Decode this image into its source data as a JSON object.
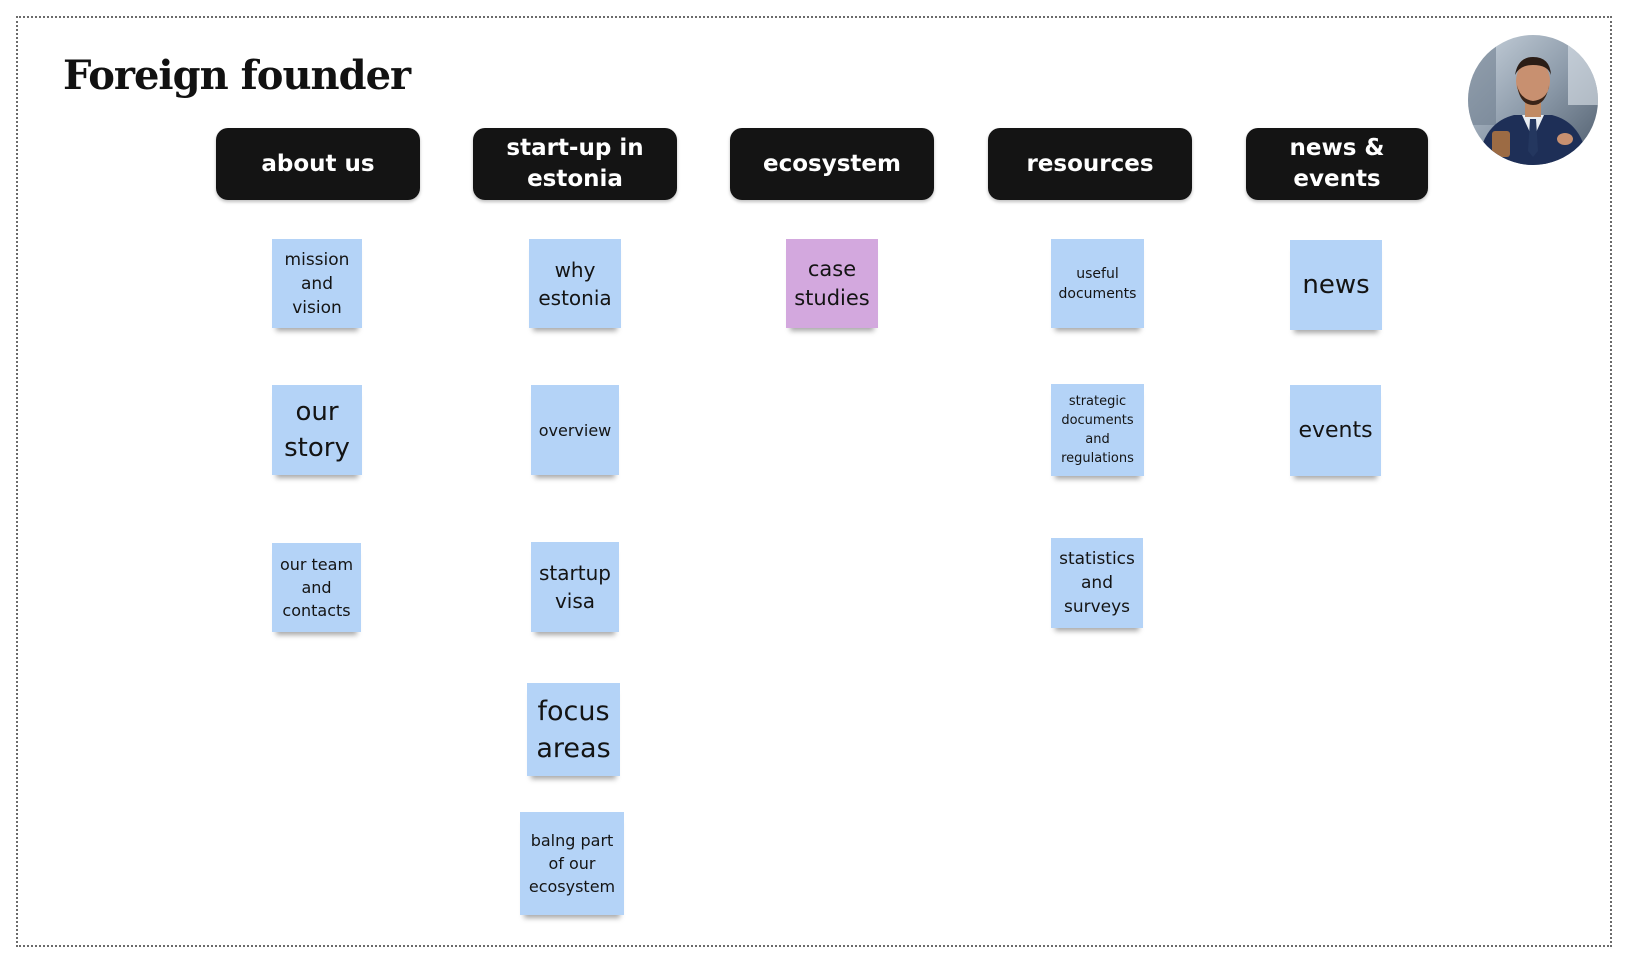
{
  "board": {
    "title": "Foreign founder"
  },
  "columns": [
    {
      "header": "about us",
      "notes": [
        "mission and vision",
        "our story",
        "our team and contacts"
      ]
    },
    {
      "header": "start-up in estonia",
      "notes": [
        "why estonia",
        "overview",
        "startup visa",
        "focus areas",
        "balng part of our ecosystem"
      ]
    },
    {
      "header": "ecosystem",
      "notes": [
        "case studies"
      ]
    },
    {
      "header": "resources",
      "notes": [
        "useful documents",
        "strategic documents and regulations",
        "statistics and surveys"
      ]
    },
    {
      "header": "news & events",
      "notes": [
        "news",
        "events"
      ]
    }
  ],
  "colors": {
    "header_bg": "#141414",
    "note_blue": "#b4d3f7",
    "note_pink": "#d3a8de"
  }
}
